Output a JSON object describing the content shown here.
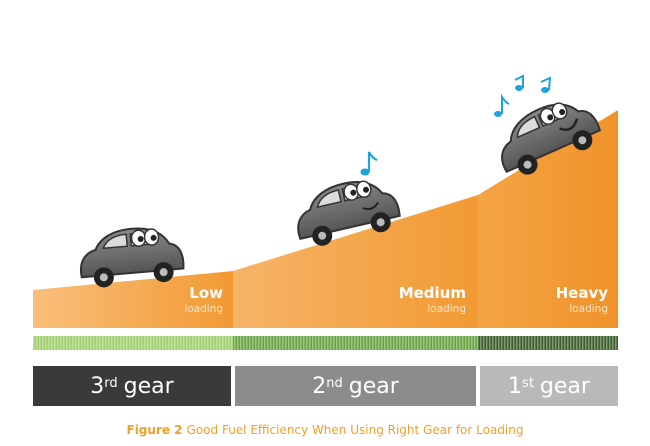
{
  "colors": {
    "slope": "#f29a33",
    "slope_light": "#f8bf7a",
    "strip_light": "#9fcf6d",
    "strip_mid": "#6aa445",
    "strip_dark": "#3d5f2e",
    "gear_3": "#3a3a3a",
    "gear_2": "#8c8c8c",
    "gear_1": "#b9b9b9",
    "car_body": "#6e6e6e",
    "note": "#1ea3da",
    "caption": "#f0a024"
  },
  "loads": [
    {
      "label": "Low",
      "sub": "loading"
    },
    {
      "label": "Medium",
      "sub": "loading"
    },
    {
      "label": "Heavy",
      "sub": "loading"
    }
  ],
  "gears": [
    {
      "ordinal": "3",
      "suffix": "rd",
      "word": "gear"
    },
    {
      "ordinal": "2",
      "suffix": "nd",
      "word": "gear"
    },
    {
      "ordinal": "1",
      "suffix": "st",
      "word": "gear"
    }
  ],
  "caption": {
    "figure": "Figure 2",
    "text": "Good Fuel Efficiency When Using Right Gear for Loading"
  }
}
